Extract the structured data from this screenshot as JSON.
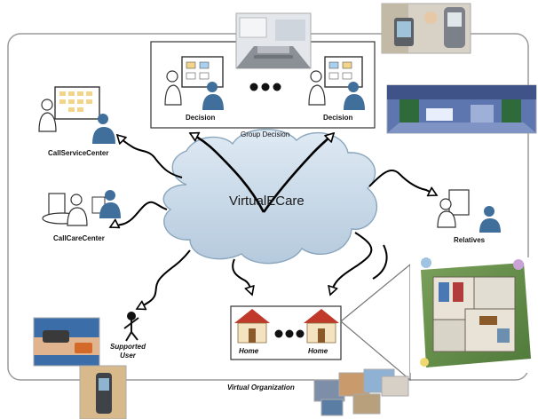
{
  "diagram": {
    "cloud_label": "VirtualECare",
    "group_decision": {
      "caption": "Group Decision",
      "left_label": "Decision",
      "right_label": "Decision"
    },
    "nodes": {
      "call_service_center": "CallServiceCenter",
      "call_care_center": "CallCareCenter",
      "relatives": "Relatives",
      "supported_user": "Supported\nUser"
    },
    "homes": {
      "left_label": "Home",
      "right_label": "Home"
    },
    "footer": "Virtual Organization",
    "colors": {
      "cloud_fill": "#c9dbea",
      "cloud_stroke": "#8aa6bd",
      "figure_blue": "#3f6f9a",
      "roof_red": "#c0392b",
      "border": "#999999"
    }
  }
}
